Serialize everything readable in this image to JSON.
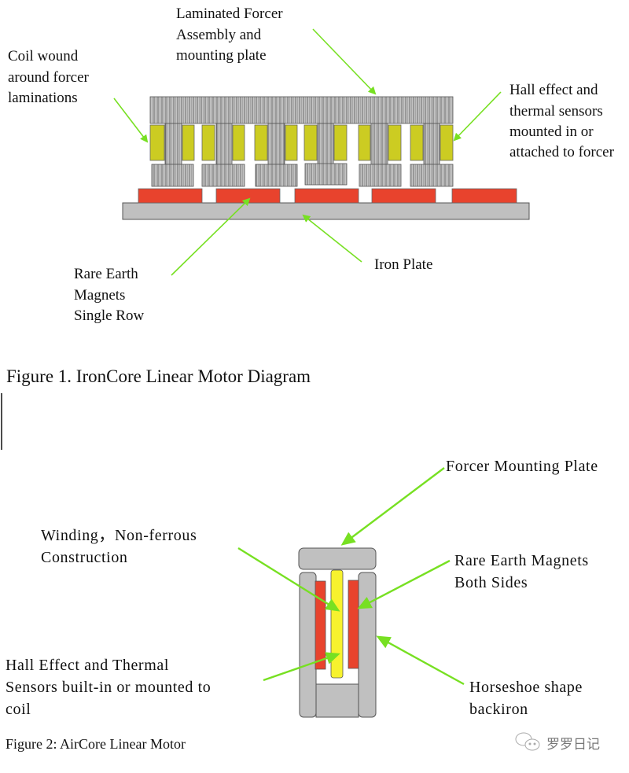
{
  "figure1": {
    "caption": "Figure 1. IronCore Linear Motor Diagram",
    "labels": {
      "laminated": [
        "Laminated Forcer",
        "Assembly and",
        "mounting plate"
      ],
      "coil": [
        "Coil wound",
        "around forcer",
        "laminations"
      ],
      "hall": [
        "Hall effect and",
        "thermal sensors",
        "mounted in or",
        "attached to forcer"
      ],
      "magnets": [
        "Rare Earth",
        "Magnets",
        "Single Row"
      ],
      "iron_plate": "Iron Plate"
    }
  },
  "figure2": {
    "caption": "Figure 2: AirCore Linear Motor",
    "labels": {
      "plate": "Forcer Mounting Plate",
      "winding": [
        "Winding，Non-ferrous",
        "Construction"
      ],
      "magnets": [
        "Rare Earth Magnets",
        "Both Sides"
      ],
      "hall": [
        "Hall Effect and Thermal",
        "Sensors built-in or mounted to",
        "coil"
      ],
      "backiron": [
        "Horseshoe shape",
        "backiron"
      ]
    }
  },
  "watermark": "罗罗日记",
  "colors": {
    "arrow": "#77e022",
    "magnet": "#e8432d",
    "coil_fig1": "#cccc22",
    "coil_fig2": "#f7f22e",
    "iron": "#c0c0c0"
  }
}
